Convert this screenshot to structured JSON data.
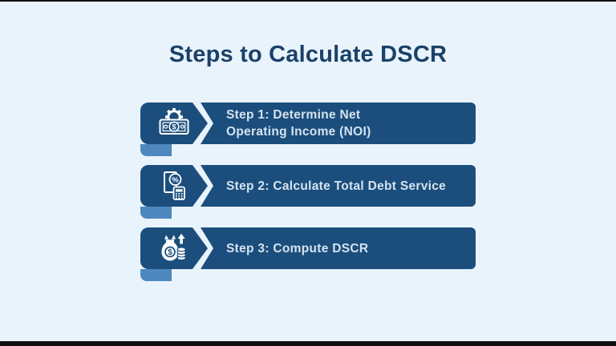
{
  "page": {
    "background_color": "#e8f3fc",
    "top_bar_color": "#101010",
    "bottom_bar_color": "#101010"
  },
  "title": {
    "text": "Steps to Calculate DSCR",
    "color": "#1b4168"
  },
  "colors": {
    "banner": "#1b4e7c",
    "fold": "#4e88be",
    "step_text": "#d5e3f0",
    "icon": "#ffffff"
  },
  "steps": [
    {
      "icon": "money-gear-icon",
      "line1": "Step 1: Determine Net",
      "line2": "Operating Income (NOI)"
    },
    {
      "icon": "ledger-percent-calculator-icon",
      "line1": "Step 2: Calculate Total Debt Service",
      "line2": ""
    },
    {
      "icon": "money-bag-coins-icon",
      "line1": "Step 3: Compute DSCR",
      "line2": ""
    }
  ]
}
